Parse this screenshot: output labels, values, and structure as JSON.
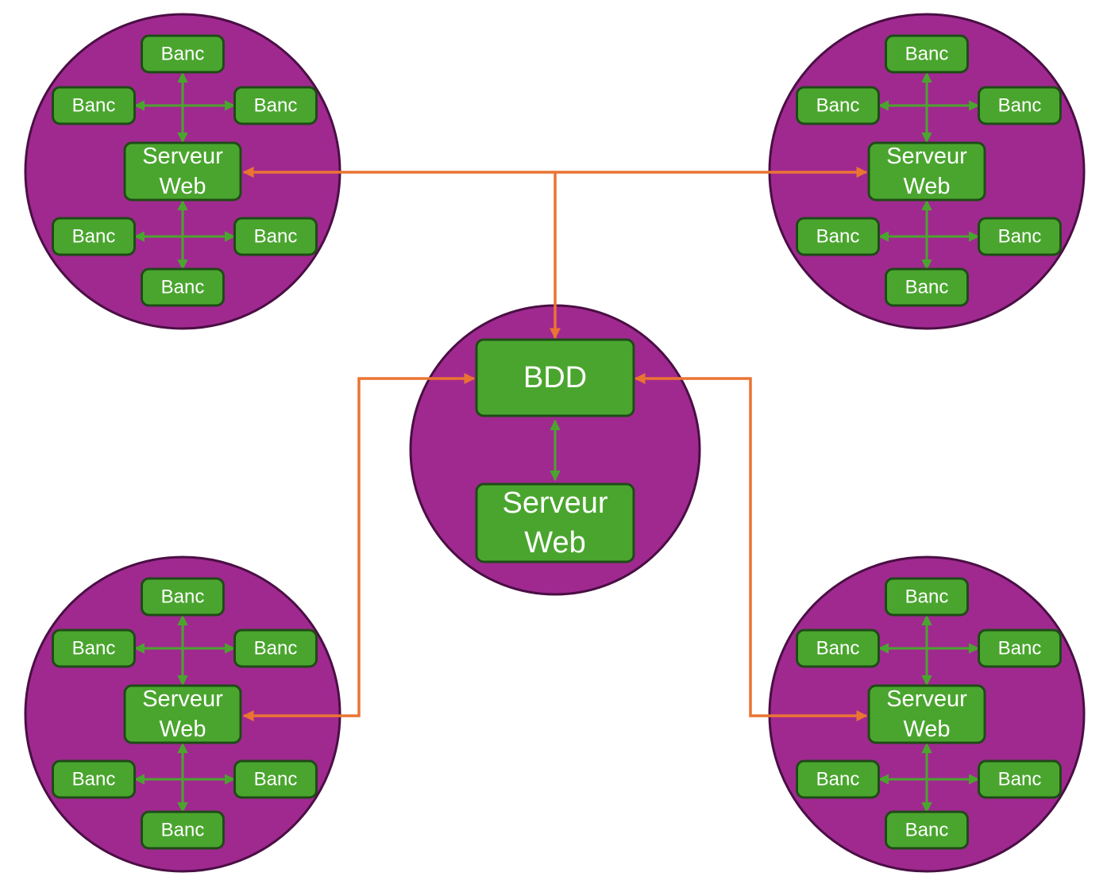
{
  "colors": {
    "cluster_fill": "#a02990",
    "cluster_stroke": "#4a0f44",
    "box_fill": "#4aa52e",
    "box_stroke": "#1f4a17",
    "local_link": "#4aa52e",
    "db_link": "#ea7432"
  },
  "labels": {
    "banc": "Banc",
    "serveur_line1": "Serveur",
    "serveur_line2": "Web",
    "bdd": "BDD"
  },
  "sites": [
    {
      "id": "top-left",
      "bench_count": 6
    },
    {
      "id": "top-right",
      "bench_count": 6
    },
    {
      "id": "bottom-left",
      "bench_count": 6
    },
    {
      "id": "bottom-right",
      "bench_count": 6
    }
  ],
  "central": {
    "id": "center",
    "database": "BDD",
    "server": "Serveur Web"
  }
}
